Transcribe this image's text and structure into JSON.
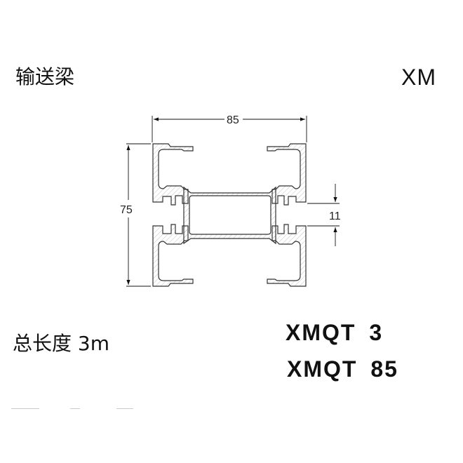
{
  "title": "输送梁",
  "series": "XM",
  "total_length": "总长度 3m",
  "codes": [
    "XMQT  3",
    "XMQT  85"
  ],
  "dimensions": {
    "width": "85",
    "height": "75",
    "slot": "11"
  }
}
